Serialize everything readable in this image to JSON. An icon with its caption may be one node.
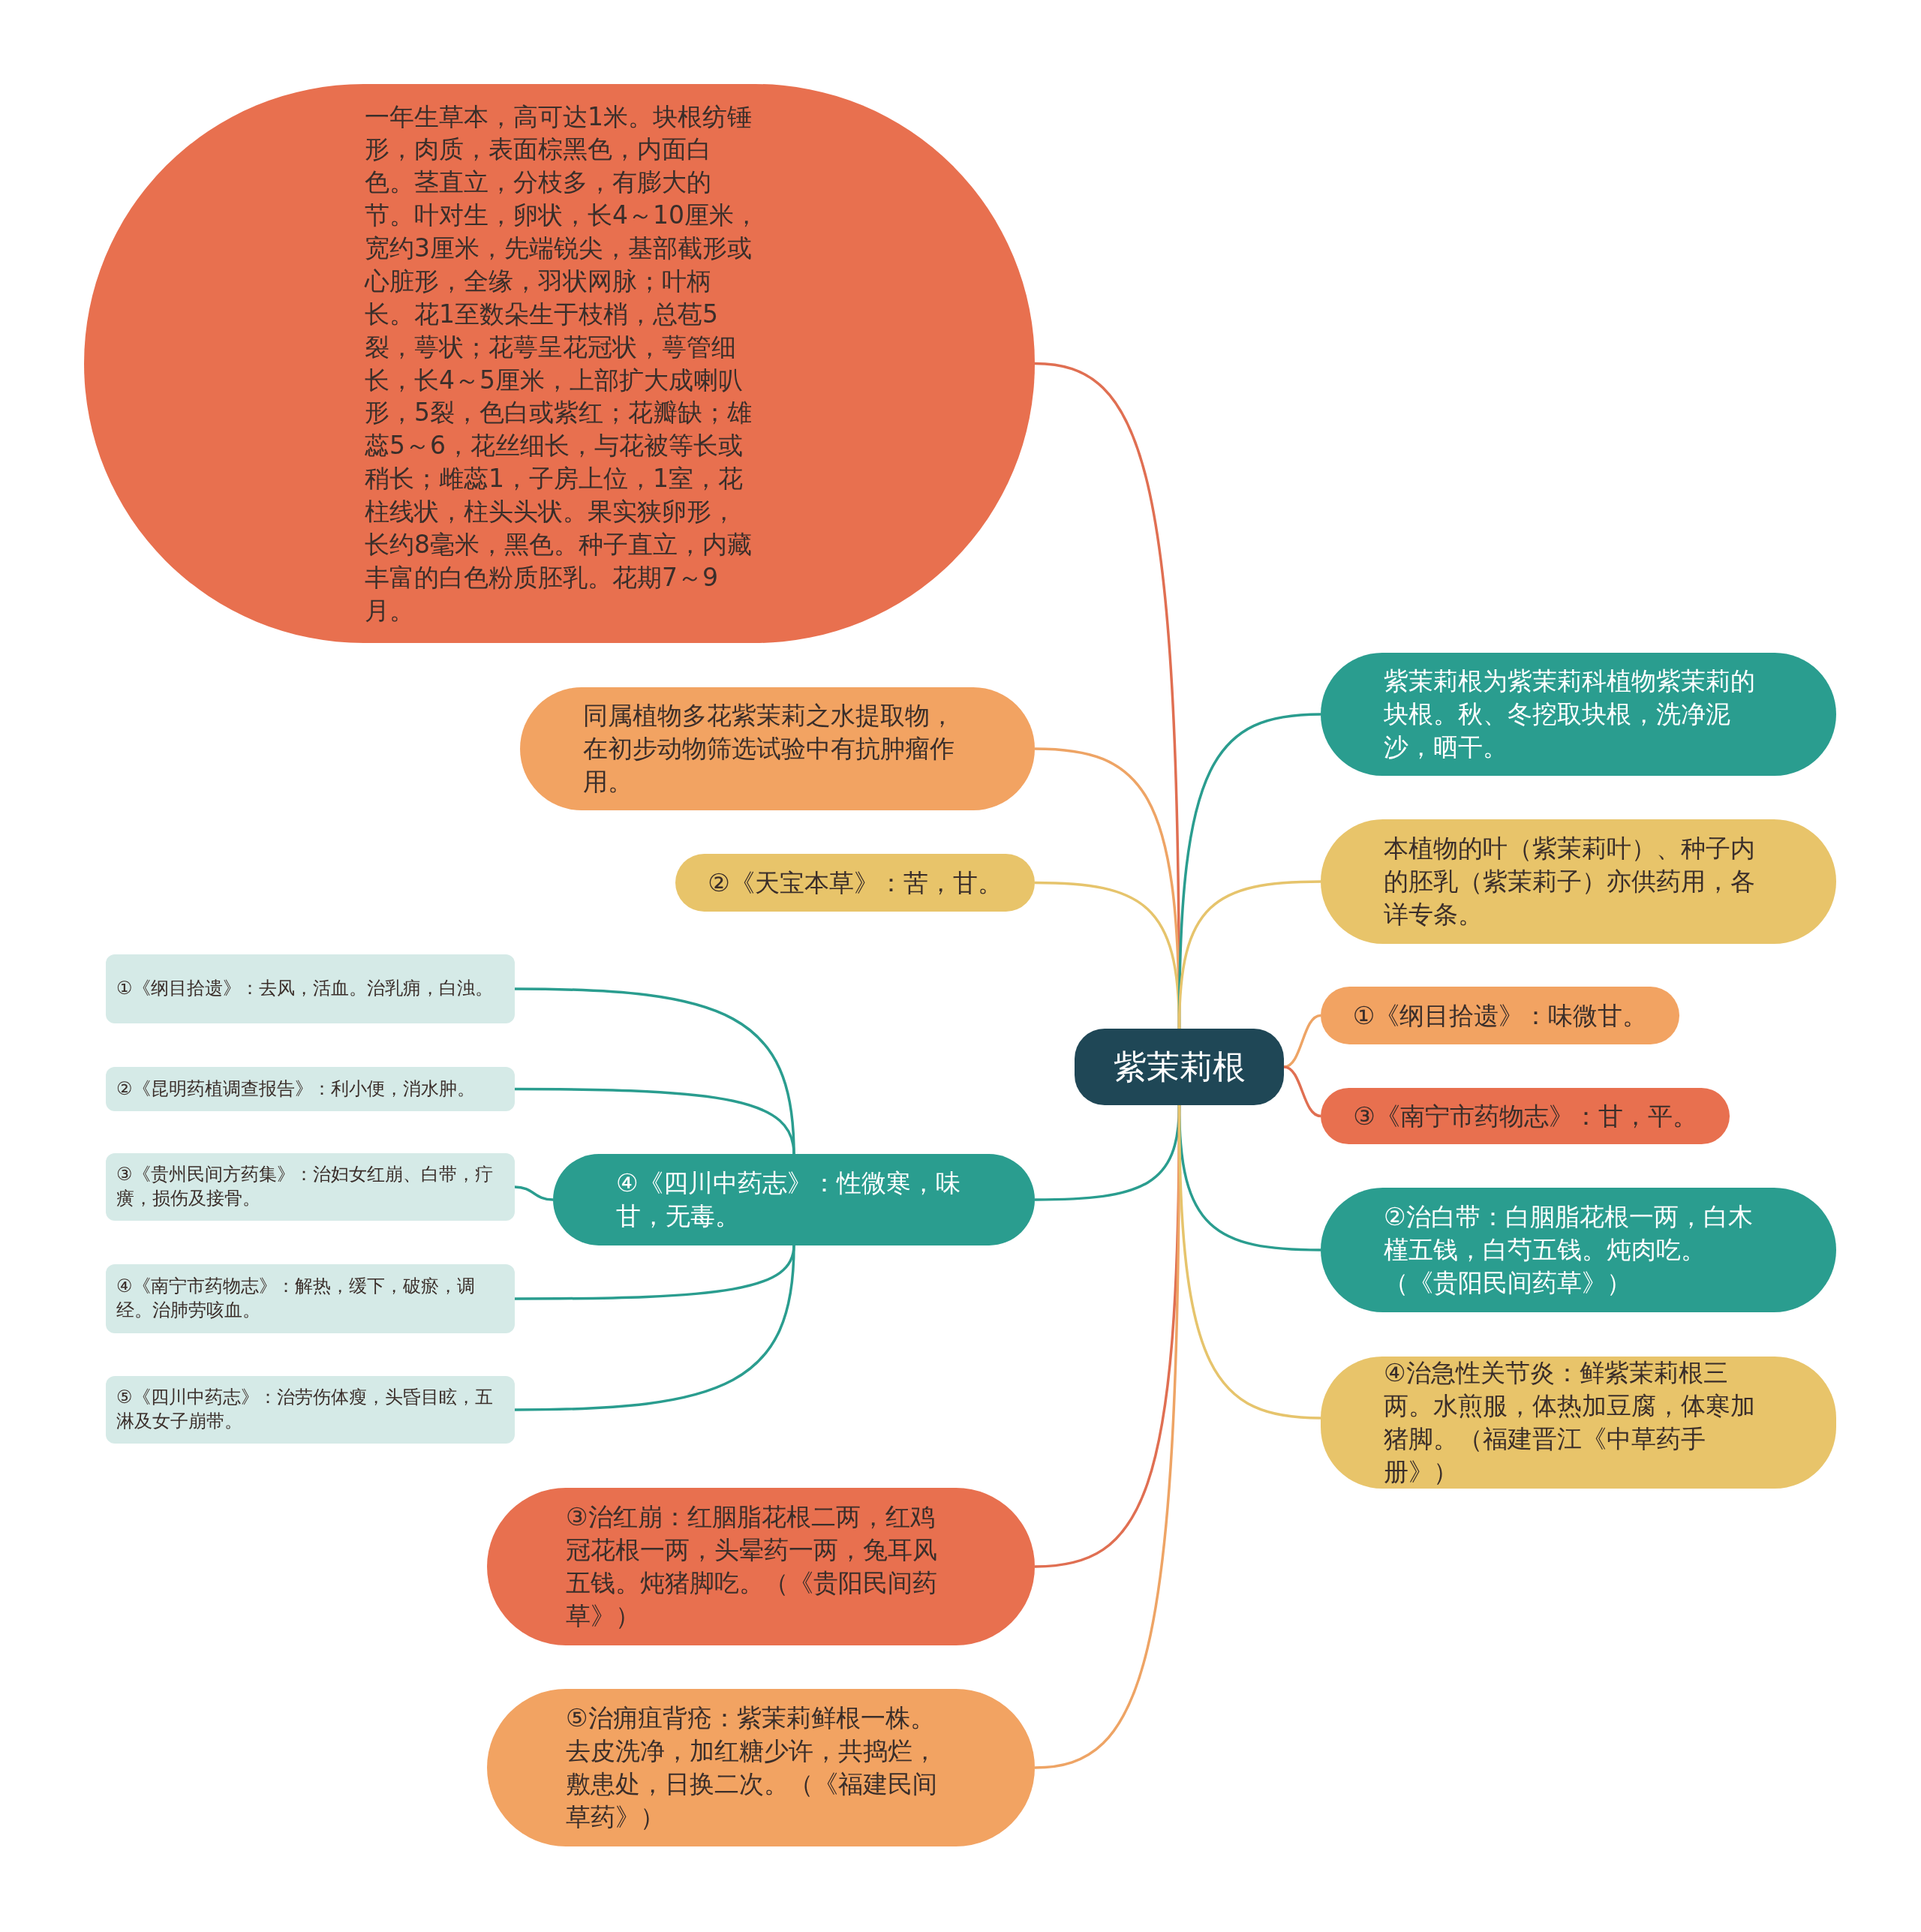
{
  "diagram": {
    "nodes": [
      {
        "text": [
          "紫茉莉根"
        ]
      },
      {
        "text": [
          "一年生草本，高可达1米。块根纺锤形，肉质，表面棕黑色，内面白色。茎直立，分枝多，有膨大的节。叶对生，卵状，长4～10厘米，宽约3厘米，先端锐尖，基部截形或心脏形，全缘，羽状网脉；叶柄长。花1至数朵生于枝梢，总苞5裂，萼状；花萼呈花冠状，萼管细长，长4～5厘米，上部扩大成喇叭形，5裂，色白或紫红；花瓣缺；雄蕊5～6，花丝细长，与花被等长或稍长；雌蕊1，子房上位，1室，花柱线状，柱头头状。果实狭卵形，长约8毫米，黑色。种子直立，内藏丰富的白色粉质胚乳。花期7～9月。"
        ]
      },
      {
        "text": [
          "同属植物多花紫茉莉之水提取物，在初步动物筛选试验中有抗肿瘤作用。"
        ]
      },
      {
        "text": [
          "②《天宝本草》：苦，甘。"
        ]
      },
      {
        "text": [
          "④《四川中药志》：性微寒，味甘，无毒。"
        ]
      },
      {
        "text": [
          "①《纲目拾遗》：去风，活血。治乳痈，白浊。"
        ]
      },
      {
        "text": [
          "②《昆明药植调查报告》：利小便，消水肿。"
        ]
      },
      {
        "text": [
          "③《贵州民间方药集》：治妇女红崩、白带，疔癀，损伤及接骨。"
        ]
      },
      {
        "text": [
          "④《南宁市药物志》：解热，缓下，破瘀，调经。治肺劳咳血。"
        ]
      },
      {
        "text": [
          "⑤《四川中药志》：治劳伤体瘦，头昏目眩，五淋及女子崩带。"
        ]
      },
      {
        "text": [
          "③治红崩：红胭脂花根二两，红鸡冠花根一两，头晕药一两，兔耳风五钱。炖猪脚吃。（《贵阳民间药草》）"
        ]
      },
      {
        "text": [
          "⑤治痈疽背疮：紫茉莉鲜根一株。去皮洗净，加红糖少许，共捣烂，敷患处，日换二次。（《福建民间草药》）"
        ]
      },
      {
        "text": [
          "紫茉莉根为紫茉莉科植物紫茉莉的块根。秋、冬挖取块根，洗净泥沙，晒干。"
        ]
      },
      {
        "text": [
          "本植物的叶（紫茉莉叶）、种子内的胚乳（紫茉莉子）亦供药用，各详专条。"
        ]
      },
      {
        "text": [
          "①《纲目拾遗》：味微甘。"
        ]
      },
      {
        "text": [
          "③《南宁市药物志》：甘，平。"
        ]
      },
      {
        "text": [
          "②治白带：白胭脂花根一两，白木槿五钱，白芍五钱。炖肉吃。（《贵阳民间药草》）"
        ]
      },
      {
        "text": [
          "④治急性关节炎：鲜紫茉莉根三两。水煎服，体热加豆腐，体寒加猪脚。（福建晋江《中草药手册》）"
        ]
      }
    ],
    "edges": [
      {
        "from": 0,
        "to": 1,
        "arrow": "none",
        "color": "#e06f52"
      },
      {
        "from": 0,
        "to": 2,
        "arrow": "none",
        "color": "#eea465"
      },
      {
        "from": 0,
        "to": 3,
        "arrow": "none",
        "color": "#e6c46c"
      },
      {
        "from": 0,
        "to": 4,
        "arrow": "none"
      },
      {
        "from": 4,
        "to": 5,
        "arrow": "none"
      },
      {
        "from": 4,
        "to": 6,
        "arrow": "none"
      },
      {
        "from": 4,
        "to": 7,
        "arrow": "none"
      },
      {
        "from": 4,
        "to": 8,
        "arrow": "none"
      },
      {
        "from": 4,
        "to": 9,
        "arrow": "none"
      },
      {
        "from": 0,
        "to": 10,
        "arrow": "none",
        "color": "#e06f52"
      },
      {
        "from": 0,
        "to": 11,
        "arrow": "none",
        "color": "#eea465"
      },
      {
        "from": 0,
        "to": 12,
        "arrow": "none"
      },
      {
        "from": 0,
        "to": 13,
        "arrow": "none",
        "color": "#e6c46c"
      },
      {
        "from": 0,
        "to": 14,
        "arrow": "none",
        "color": "#eea465"
      },
      {
        "from": 0,
        "to": 15,
        "arrow": "none",
        "color": "#e06f52"
      },
      {
        "from": 0,
        "to": 16,
        "arrow": "none"
      },
      {
        "from": 0,
        "to": 17,
        "arrow": "none",
        "color": "#e6c46c"
      }
    ]
  }
}
